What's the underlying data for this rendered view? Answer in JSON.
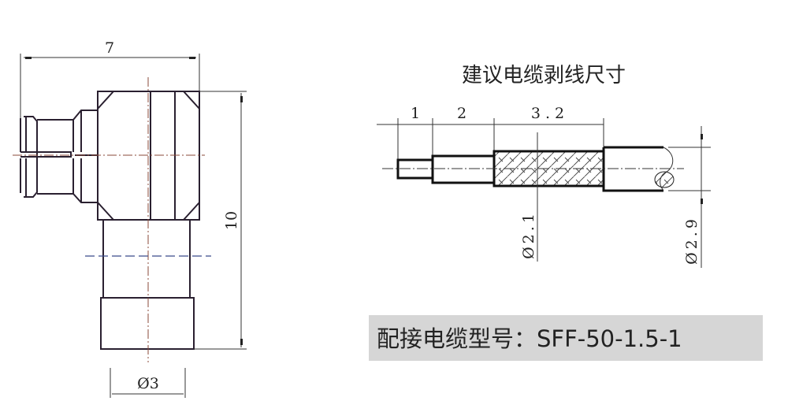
{
  "connector_drawing": {
    "width_dim": "7",
    "height_dim": "10",
    "diameter_dim": "Ø3"
  },
  "strip_drawing": {
    "title": "建议电缆剥线尺寸",
    "dims": [
      "1",
      "2",
      "3.2"
    ],
    "braid_diameter": "Ø2.1",
    "jacket_diameter": "Ø2.9"
  },
  "cable_caption": {
    "text": "配接电缆型号：SFF-50-1.5-1",
    "bg_color": "#d6d6d6"
  }
}
